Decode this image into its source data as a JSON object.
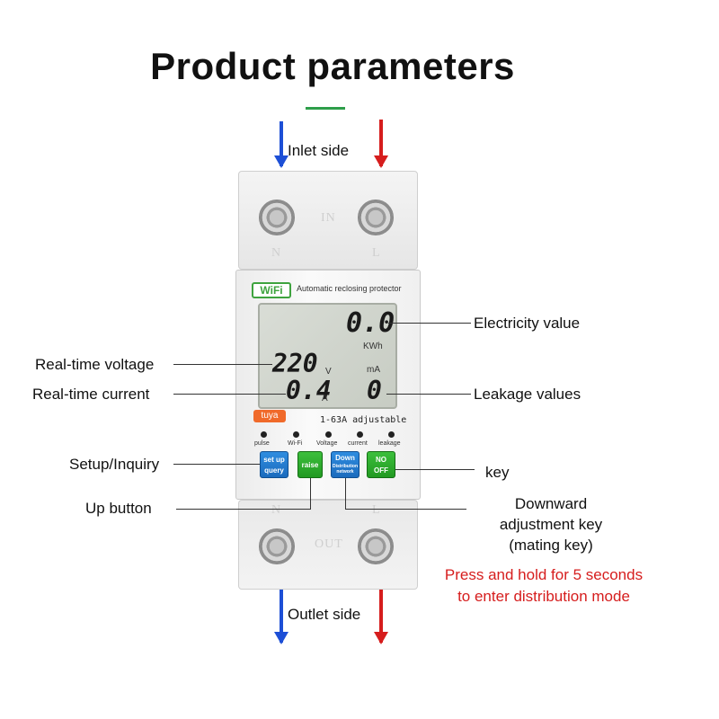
{
  "title": "Product parameters",
  "labels": {
    "inlet": "Inlet side",
    "outlet": "Outlet side",
    "electricity_value": "Electricity value",
    "real_time_voltage": "Real-time voltage",
    "real_time_current": "Real-time current",
    "leakage_values": "Leakage values",
    "setup_inquiry": "Setup/Inquiry",
    "key": "key",
    "up_button": "Up button",
    "downward_line1": "Downward",
    "downward_line2": "adjustment key",
    "downward_line3": "(mating key)",
    "note_line1": "Press and hold for 5 seconds",
    "note_line2": "to enter distribution mode"
  },
  "device": {
    "wifi_badge": "WiFi",
    "name": "Automatic reclosing protector",
    "brand": "tuya",
    "range": "1-63A adjustable",
    "embossed_in": "IN",
    "embossed_out": "OUT",
    "terminal_n": "N",
    "terminal_l": "L",
    "display": {
      "energy": "0.0",
      "energy_unit": "KWh",
      "voltage": "220",
      "voltage_unit": "V",
      "current": "0.4",
      "current_unit": "A",
      "leakage": "0",
      "leakage_unit": "mA"
    },
    "indicators": [
      "pulse",
      "Wi-Fi",
      "Voltage",
      "current",
      "leakage"
    ],
    "buttons": {
      "setup_line1": "set up",
      "setup_line2": "query",
      "raise": "raise",
      "down_line1": "Down",
      "down_line2": "Distribution",
      "down_line3": "network",
      "onoff_line1": "NO",
      "onoff_line2": "OFF"
    }
  },
  "colors": {
    "inlet_outlet_n_arrow": "#1d4fd6",
    "inlet_outlet_l_arrow": "#d61d1d",
    "note_text": "#d61d1d",
    "title_underline": "#2e9e4a"
  }
}
